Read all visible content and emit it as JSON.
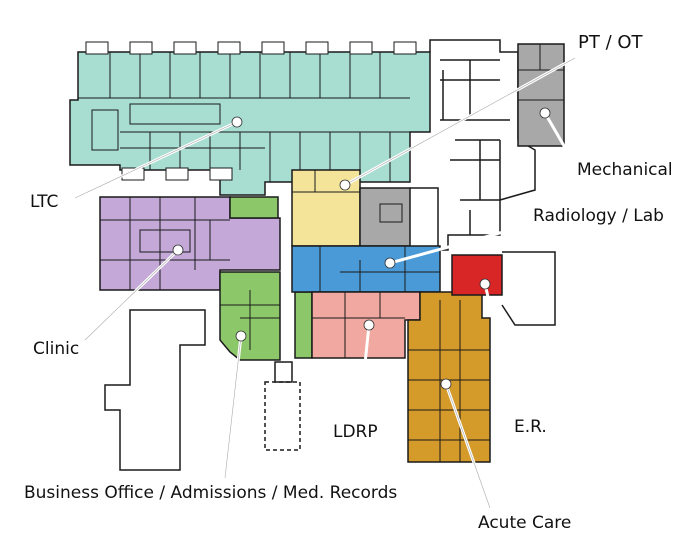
{
  "labels": {
    "pt_ot": "PT / OT",
    "mechanical": "Mechanical",
    "ltc": "LTC",
    "radiology_lab": "Radiology / Lab",
    "clinic": "Clinic",
    "ldrp": "LDRP",
    "er": "E.R.",
    "business_office": "Business Office / Admissions / Med. Records",
    "acute_care": "Acute Care"
  },
  "colors": {
    "ltc": "#a8ddd2",
    "clinic": "#c4a8d8",
    "business_office": "#8cc86a",
    "pt_ot": "#f4e49a",
    "mechanical": "#a8a8a8",
    "radiology_lab": "#4a9ad8",
    "ldrp": "#f0a8a0",
    "acute_care": "#d49a2a",
    "er": "#d82626",
    "walls": "#1a1a1a"
  }
}
